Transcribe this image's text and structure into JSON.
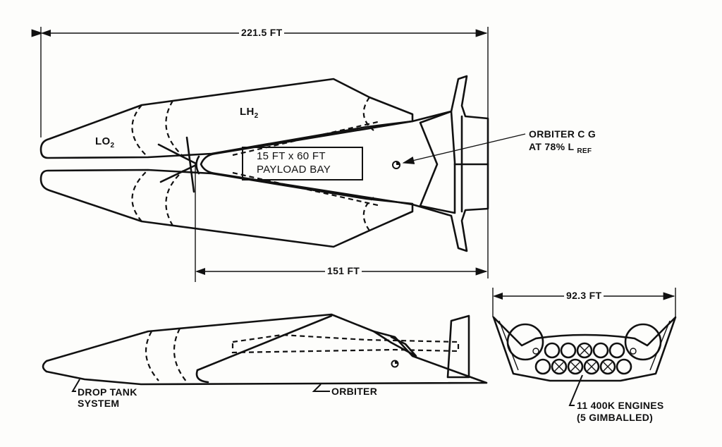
{
  "dimensions": {
    "overall_length": "221.5 FT",
    "orbiter_length": "151 FT",
    "span": "92.3 FT"
  },
  "labels": {
    "lo2": "LO",
    "lo2_sub": "2",
    "lh2": "LH",
    "lh2_sub": "2",
    "payload_line1": "15 FT x 60 FT",
    "payload_line2": "PAYLOAD BAY",
    "cg_line1": "ORBITER C G",
    "cg_line2": "AT 78% L",
    "cg_sub": "REF",
    "drop_tank_line1": "DROP TANK",
    "drop_tank_line2": "SYSTEM",
    "orbiter": "ORBITER",
    "engines_line1": "11 400K ENGINES",
    "engines_line2": "(5 GIMBALLED)"
  }
}
